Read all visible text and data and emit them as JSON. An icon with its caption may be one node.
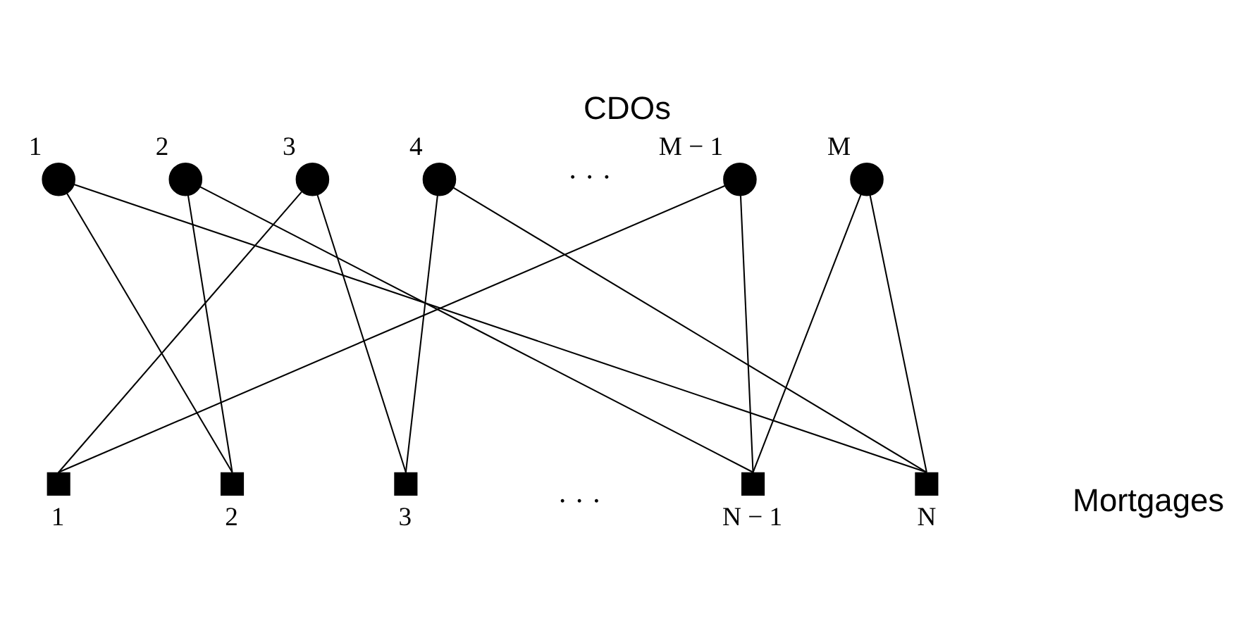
{
  "diagram": {
    "title": "CDOs",
    "caption": "Mortgages",
    "nodes": [
      {
        "text": [
          "1"
        ]
      },
      {
        "text": [
          "2"
        ]
      },
      {
        "text": [
          "3"
        ]
      },
      {
        "text": [
          "4"
        ]
      },
      {
        "text": [
          "M − 1"
        ]
      },
      {
        "text": [
          "M"
        ]
      },
      {
        "text": [
          "1"
        ]
      },
      {
        "text": [
          "2"
        ]
      },
      {
        "text": [
          "3"
        ]
      },
      {
        "text": [
          "N − 1"
        ]
      },
      {
        "text": [
          "N"
        ]
      }
    ],
    "edges": [
      {
        "from": 0,
        "to": 7,
        "arrow": "none"
      },
      {
        "from": 0,
        "to": 10,
        "arrow": "none"
      },
      {
        "from": 1,
        "to": 7,
        "arrow": "none"
      },
      {
        "from": 1,
        "to": 9,
        "arrow": "none"
      },
      {
        "from": 2,
        "to": 6,
        "arrow": "none"
      },
      {
        "from": 2,
        "to": 8,
        "arrow": "none"
      },
      {
        "from": 3,
        "to": 8,
        "arrow": "none"
      },
      {
        "from": 3,
        "to": 10,
        "arrow": "none"
      },
      {
        "from": 4,
        "to": 6,
        "arrow": "none"
      },
      {
        "from": 4,
        "to": 9,
        "arrow": "none"
      },
      {
        "from": 5,
        "to": 9,
        "arrow": "none"
      },
      {
        "from": 5,
        "to": 10,
        "arrow": "none"
      }
    ],
    "labels": [
      "· · ·",
      "· · ·"
    ]
  }
}
